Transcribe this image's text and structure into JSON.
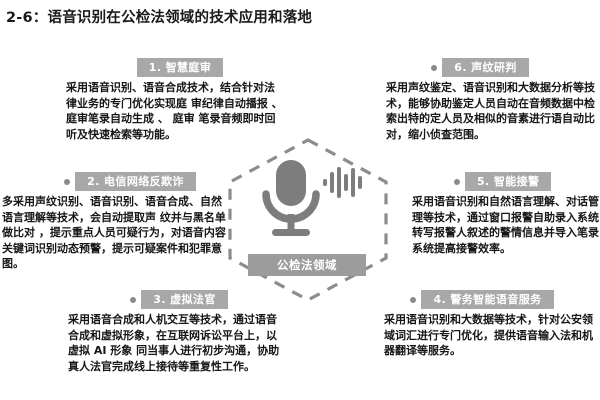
{
  "page": {
    "title": "2-6：语音识别在公检法领域的技术应用和落地",
    "background_color": "#ffffff",
    "accent_gray": "#a8a8a8",
    "text_color": "#161616"
  },
  "center": {
    "label": "公检法领域",
    "icons": [
      "microphone-icon",
      "sound-wave-icon"
    ],
    "shape": "dashed-hexagon",
    "shape_color": "#8c8c8c"
  },
  "blocks": [
    {
      "id": "block-1",
      "number": "1.",
      "heading": "1. 智慧庭审",
      "body": "采用语音识别、语音合成技术，结合针对法律业务的专门优化实现庭 审纪律自动播报 、 庭审笔录自动生成 、 庭审 笔录音频即时回听及快速检索等功能。"
    },
    {
      "id": "block-6",
      "number": "6.",
      "heading": "6. 声纹研判",
      "body": "采用声纹鉴定、语音识别和大数据分析等技术，能够协助鉴定人员自动在音频数据中检索出特的定人员及相似的音素进行语自动比对，缩小侦查范围。"
    },
    {
      "id": "block-2",
      "number": "2.",
      "heading": "2. 电信网络反欺诈",
      "body": "多采用声纹识别、语音识别、语音合成、自然语言理解等技术，会自动提取声 纹并与黑名单做比对 ，提示重点人员可疑行为，对语音内容关键词识别动态预警，提示可疑案件和犯罪意图。"
    },
    {
      "id": "block-5",
      "number": "5.",
      "heading": "5. 智能接警",
      "body": "采用语音识别和自然语言理解、对话管理等技术，通过窗口报警自助录入系统转写报警人叙述的警情信息并导入笔录系统提高接警效率。"
    },
    {
      "id": "block-3",
      "number": "3.",
      "heading": "3. 虚拟法官",
      "body": "采用语音合成和人机交互等技术，通过语音合成和虚拟形象，在互联网诉讼平台上，以虚拟 AI 形象 同当事人进行初步沟通，协助真人法官完成线上接待等重复性工作。"
    },
    {
      "id": "block-4",
      "number": "4.",
      "heading": "4. 警务智能语音服务",
      "body": "采用语音识别和大数据等技术，针对公安领域词汇进行专门优化，提供语音输入法和机器翻译等服务。"
    }
  ]
}
